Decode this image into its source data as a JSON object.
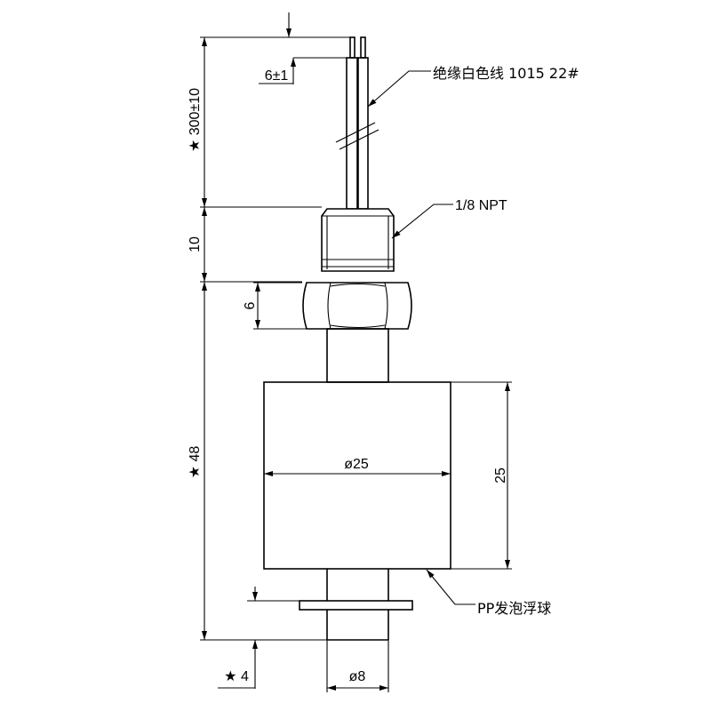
{
  "colors": {
    "line": "#000000",
    "background": "#ffffff"
  },
  "labels": {
    "wire_length": "★ 300±10",
    "strip_length": "6±1",
    "wire_spec": "绝缘白色线 1015 22#",
    "thread": "1/8 NPT",
    "fitting_height": "10",
    "nut_height": "6",
    "overall_length": "★ 48",
    "float_diameter": "ø25",
    "float_height": "25",
    "float_material": "PP发泡浮球",
    "stop_offset": "★ 4",
    "stem_diameter": "ø8"
  }
}
